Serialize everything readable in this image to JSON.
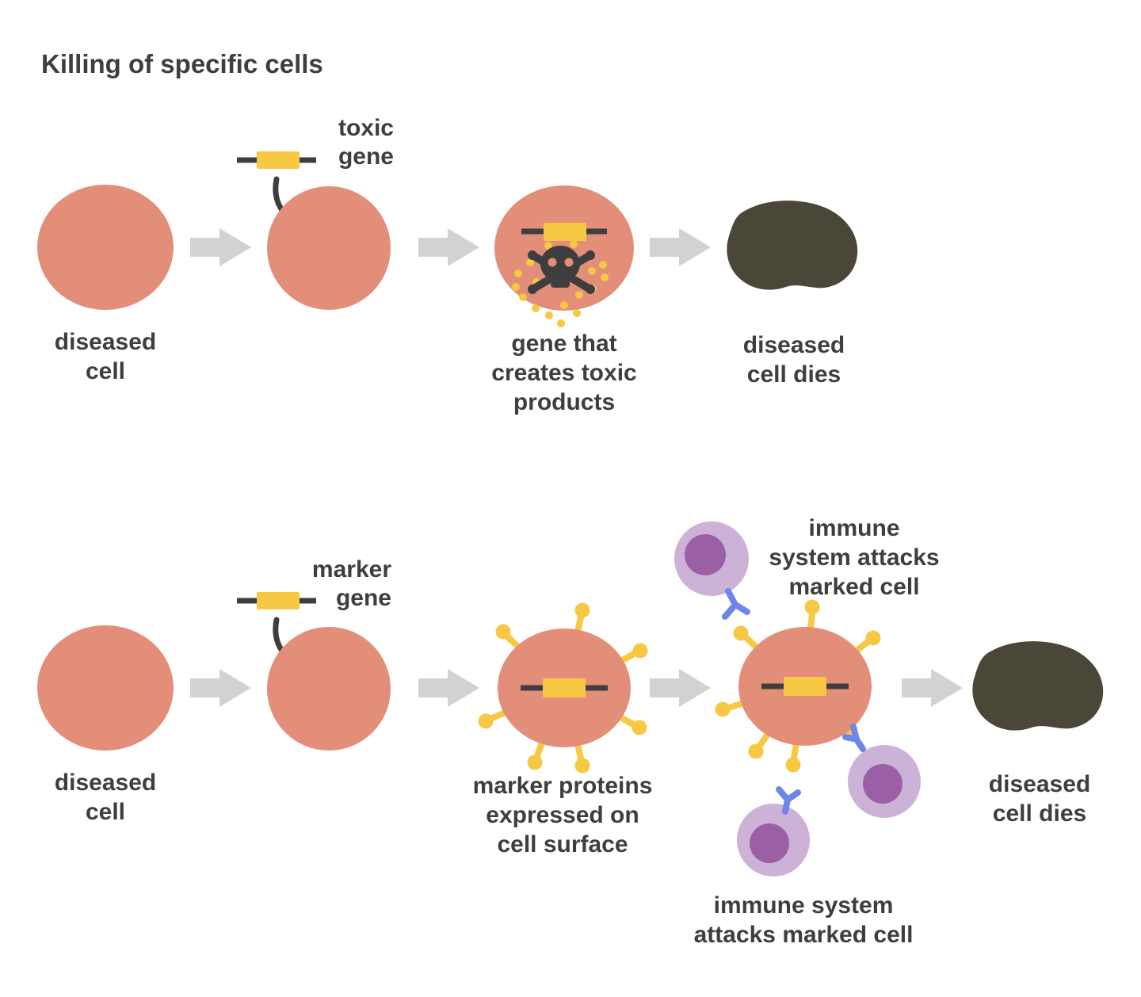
{
  "title": "Killing of specific cells",
  "colors": {
    "cell_body": "#E28E79",
    "gene_yellow": "#F7C843",
    "ink": "#3E3E3E",
    "arrow_gray": "#D2D2D2",
    "dead_cell": "#4A4739",
    "immune_cell": "#CDB2D8",
    "immune_nucleus": "#9A5FA5",
    "receptor_blue": "#6E86E8",
    "bg": "#FFFFFF"
  },
  "icons": {
    "gene": "gene-cassette",
    "skull": "skull-and-crossbones",
    "marker_protein": "surface-pin",
    "antibody": "y-receptor",
    "step_arrow": "block-arrow",
    "insert_arrow": "curved-arrow"
  },
  "row1": {
    "gene_label": {
      "lines": [
        "toxic",
        "gene"
      ]
    },
    "diseased_cell_label": {
      "lines": [
        "diseased",
        "cell"
      ]
    },
    "toxic_products_label": {
      "lines": [
        "gene that",
        "creates toxic",
        "products"
      ]
    },
    "cell_dies_label": {
      "lines": [
        "diseased",
        "cell dies"
      ]
    }
  },
  "row2": {
    "gene_label": {
      "lines": [
        "marker",
        "gene"
      ]
    },
    "diseased_cell_label": {
      "lines": [
        "diseased",
        "cell"
      ]
    },
    "marker_proteins_label": {
      "lines": [
        "marker proteins",
        "expressed on",
        "cell surface"
      ]
    },
    "immune_attack_top_label": {
      "lines": [
        "immune",
        "system attacks",
        "marked cell"
      ]
    },
    "immune_attack_bottom_label": {
      "lines": [
        "immune system",
        "attacks marked cell"
      ]
    },
    "cell_dies_label": {
      "lines": [
        "diseased",
        "cell dies"
      ]
    }
  }
}
